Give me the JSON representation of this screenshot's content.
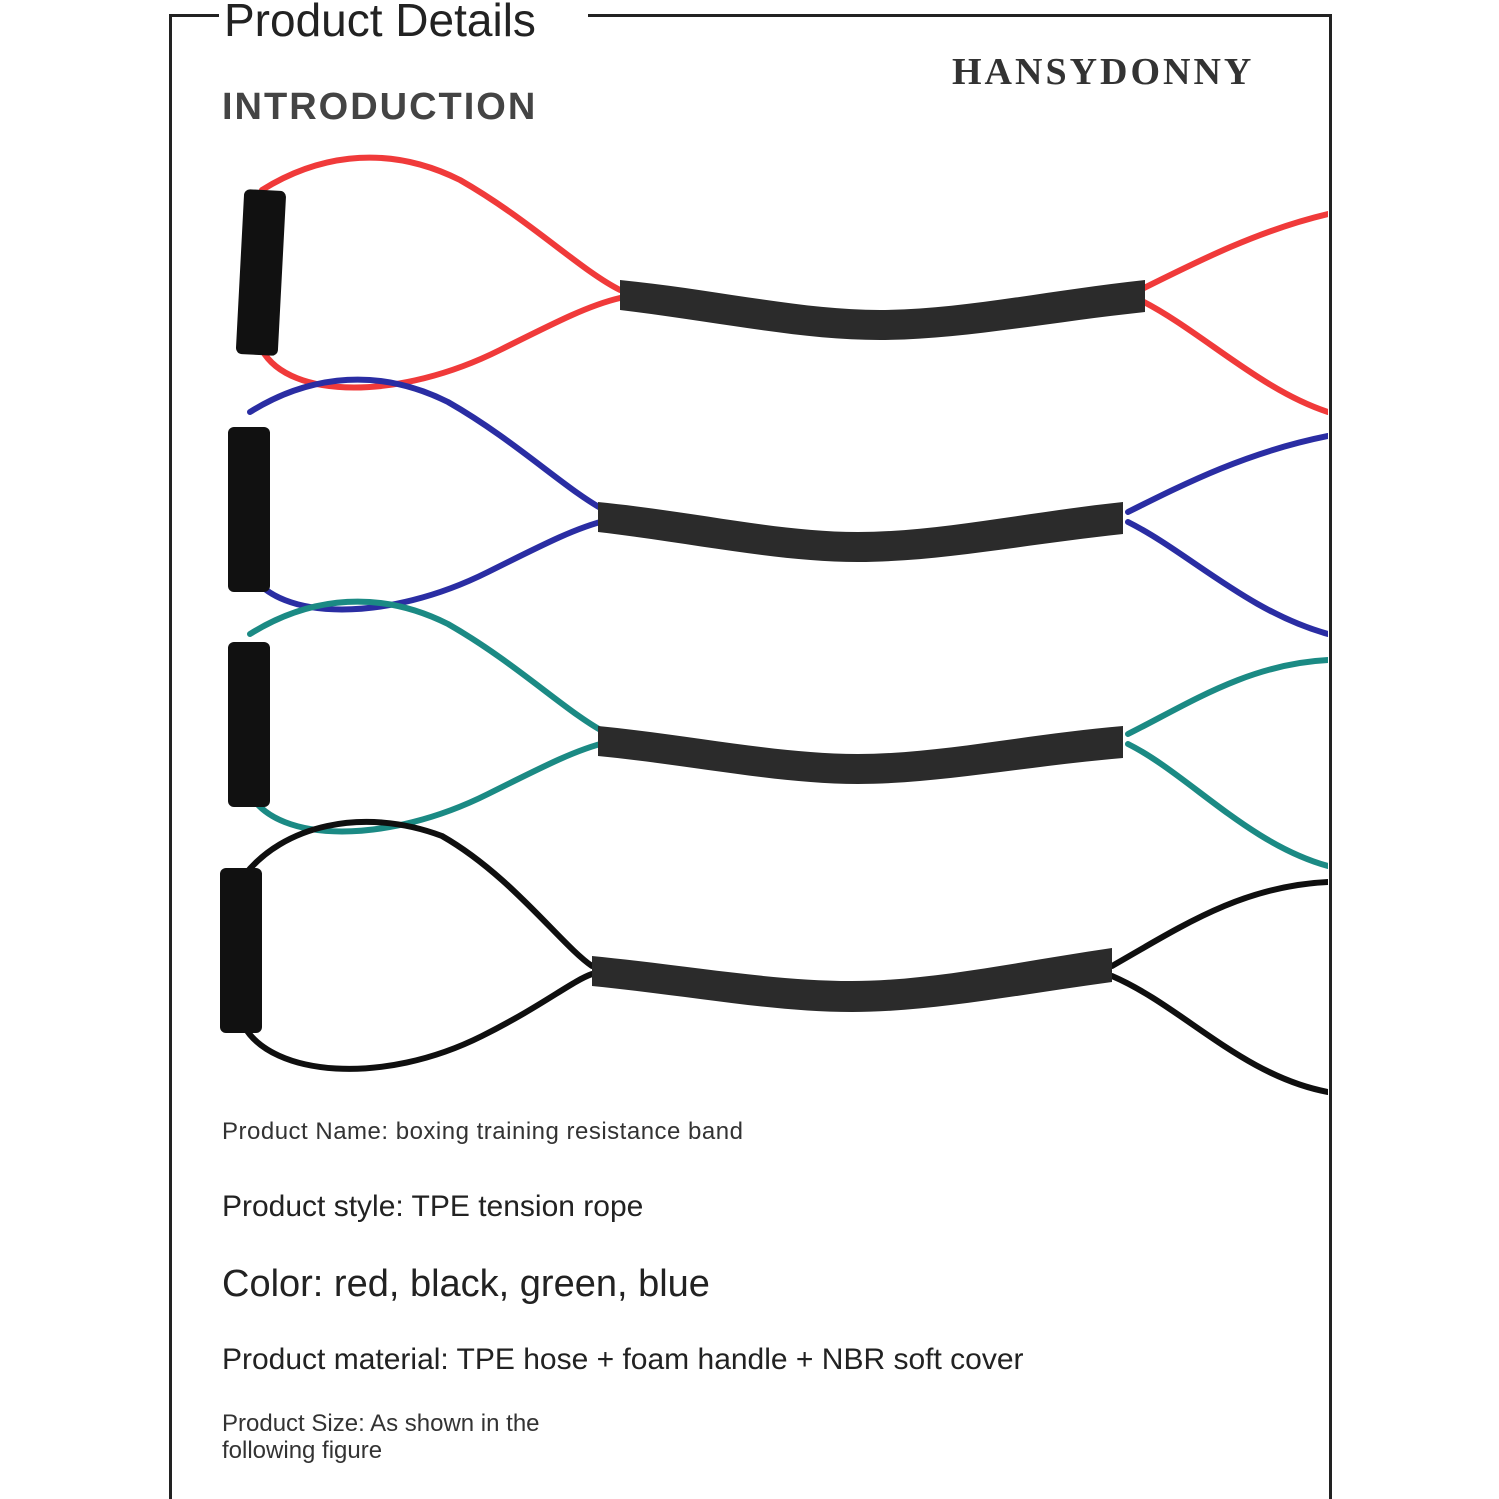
{
  "page": {
    "title": "Product Details",
    "brand": "HANSYDONNY",
    "section": "INTRODUCTION"
  },
  "bands": [
    {
      "name": "red",
      "color": "#f03a3a"
    },
    {
      "name": "blue",
      "color": "#2a2da3"
    },
    {
      "name": "green",
      "color": "#1b8a84"
    },
    {
      "name": "black",
      "color": "#0f0f0f"
    }
  ],
  "specs": {
    "name": "Product Name: boxing training resistance band",
    "style": "Product style: TPE tension rope",
    "color": "Color:  red, black, green, blue",
    "material": "Product material: TPE hose + foam handle + NBR soft cover",
    "size": "Product Size: As shown in the following figure"
  }
}
